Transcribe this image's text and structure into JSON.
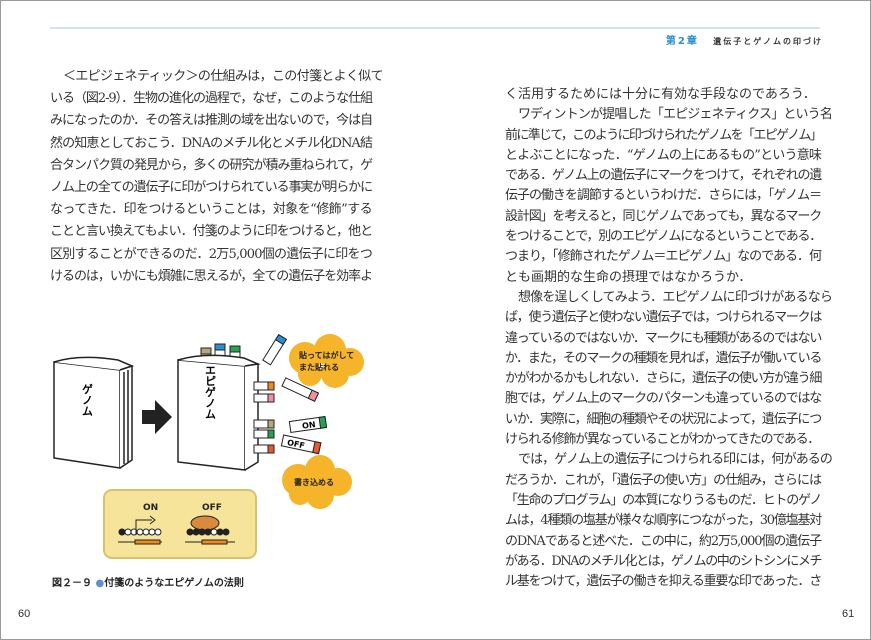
{
  "header": {
    "chapter": "第2章",
    "chapter_num": "2",
    "chapter_prefix": "第",
    "chapter_suffix": "章",
    "title": "遺伝子とゲノムの印づけ"
  },
  "left_page": {
    "lines": [
      "＜エピジェネティック＞の仕組みは，この付箋とよく似て",
      "いる（図2-9）．生物の進化の過程で，なぜ，このような仕組",
      "みになったのか．その答えは推測の域を出ないので，今は自",
      "然の知恵としておこう．DNAのメチル化とメチル化DNA結",
      "合タンパク質の発見から，多くの研究が積み重ねられて，ゲ",
      "ノム上の全ての遺伝子に印がつけられている事実が明らかに",
      "なってきた．印をつけるということは，対象を“修飾”する",
      "ことと言い換えてもよい．付箋のように印をつけると，他と",
      "区別することができるのだ．2万5,000個の遺伝子に印をつ",
      "けるのは，いかにも煩雑に思えるが，全ての遺伝子を効率よ"
    ],
    "page_number": "60"
  },
  "figure": {
    "book_label": "ゲノム",
    "epibook_label": "エピゲノム",
    "bubble1_line1": "貼ってはがして",
    "bubble1_line2": "また貼れる",
    "bubble2": "書き込める",
    "tag_on": "ON",
    "tag_off": "OFF",
    "panel_on": "ON",
    "panel_off": "OFF",
    "caption_prefix": "図２－９",
    "caption_text": "付箋のようなエピゲノムの法則",
    "colors": {
      "cloud": "#f6b42a",
      "panel": "#f6e49a",
      "accent": "#f08a1c",
      "blue": "#2a8fd0"
    }
  },
  "right_page": {
    "lines": [
      {
        "t": "く活用するためには十分に有効な手段なのであろう．",
        "last": true
      },
      {
        "t": "ワディントンが提唱した「エピジェネティクス」という名",
        "indent": true
      },
      {
        "t": "前に準じて，このように印づけられたゲノムを「エピゲノム」"
      },
      {
        "t": "とよぶことになった．“ゲノムの上にあるもの”という意味"
      },
      {
        "t": "である．ゲノム上の遺伝子にマークをつけて，それぞれの遺"
      },
      {
        "t": "伝子の働きを調節するというわけだ．さらには，「ゲノム＝"
      },
      {
        "t": "設計図」を考えると，同じゲノムであっても，異なるマーク"
      },
      {
        "t": "をつけることで，別のエピゲノムになるということである．"
      },
      {
        "t": "つまり，「修飾されたゲノム＝エピゲノム」なのである．何"
      },
      {
        "t": "とも画期的な生命の摂理ではなかろうか．",
        "last": true
      },
      {
        "t": "想像を逞しくしてみよう．エピゲノムに印づけがあるなら",
        "indent": true
      },
      {
        "t": "ば，使う遺伝子と使わない遺伝子では，つけられるマークは"
      },
      {
        "t": "違っているのではないか．マークにも種類があるのではない"
      },
      {
        "t": "か．また，そのマークの種類を見れば，遺伝子が働いている"
      },
      {
        "t": "かがわかるかもしれない．さらに，遺伝子の使い方が違う細"
      },
      {
        "t": "胞では，ゲノム上のマークのパターンも違っているのではな"
      },
      {
        "t": "いか．実際に，細胞の種類やその状況によって，遺伝子につ"
      },
      {
        "t": "けられる修飾が異なっていることがわかってきたのである．",
        "last": true
      },
      {
        "t": "では，ゲノム上の遺伝子につけられる印には，何があるの",
        "indent": true
      },
      {
        "t": "だろうか．これが，「遺伝子の使い方」の仕組み，さらには"
      },
      {
        "t": "「生命のプログラム」の本質になりうるものだ．ヒトのゲノ"
      },
      {
        "t": "ムは，4種類の塩基が様々な順序につながった，30億塩基対"
      },
      {
        "t": "のDNAであると述べた．この中に，約2万5,000個の遺伝子"
      },
      {
        "t": "がある．DNAのメチル化とは，ゲノムの中のシトシンにメチ"
      },
      {
        "t": "ル基をつけて，遺伝子の働きを抑える重要な印であった．さ"
      }
    ],
    "page_number": "61"
  }
}
